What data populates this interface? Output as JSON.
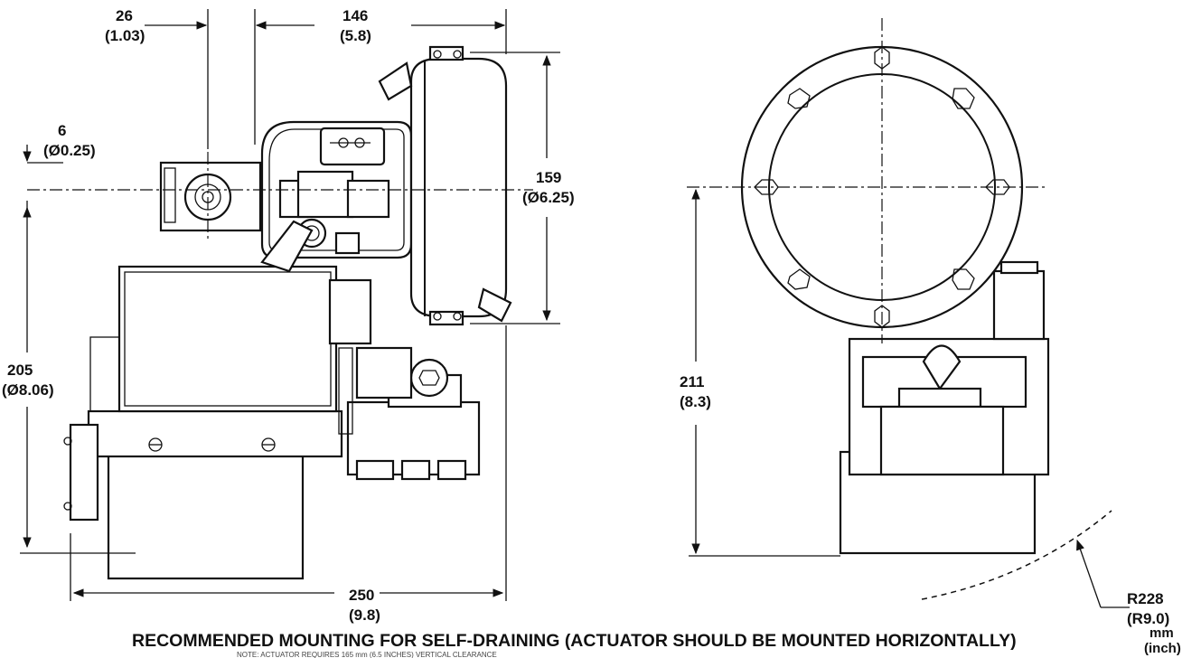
{
  "dimensions": {
    "d26_mm": "26",
    "d26_in": "(1.03)",
    "d146_mm": "146",
    "d146_in": "(5.8)",
    "d6_mm": "6",
    "d6_in": "(Ø0.25)",
    "d159_mm": "159",
    "d159_in": "(Ø6.25)",
    "d205_mm": "205",
    "d205_in": "(Ø8.06)",
    "d211_mm": "211",
    "d211_in": "(8.3)",
    "d250_mm": "250",
    "d250_in": "(9.8)",
    "r228_mm": "R228",
    "r228_in": "(R9.0)"
  },
  "caption": "RECOMMENDED MOUNTING FOR SELF-DRAINING (ACTUATOR SHOULD BE MOUNTED HORIZONTALLY)",
  "note": "NOTE: ACTUATOR REQUIRES 165 mm (6.5 INCHES) VERTICAL CLEARANCE",
  "units": {
    "primary": "mm",
    "secondary": "(inch)"
  }
}
